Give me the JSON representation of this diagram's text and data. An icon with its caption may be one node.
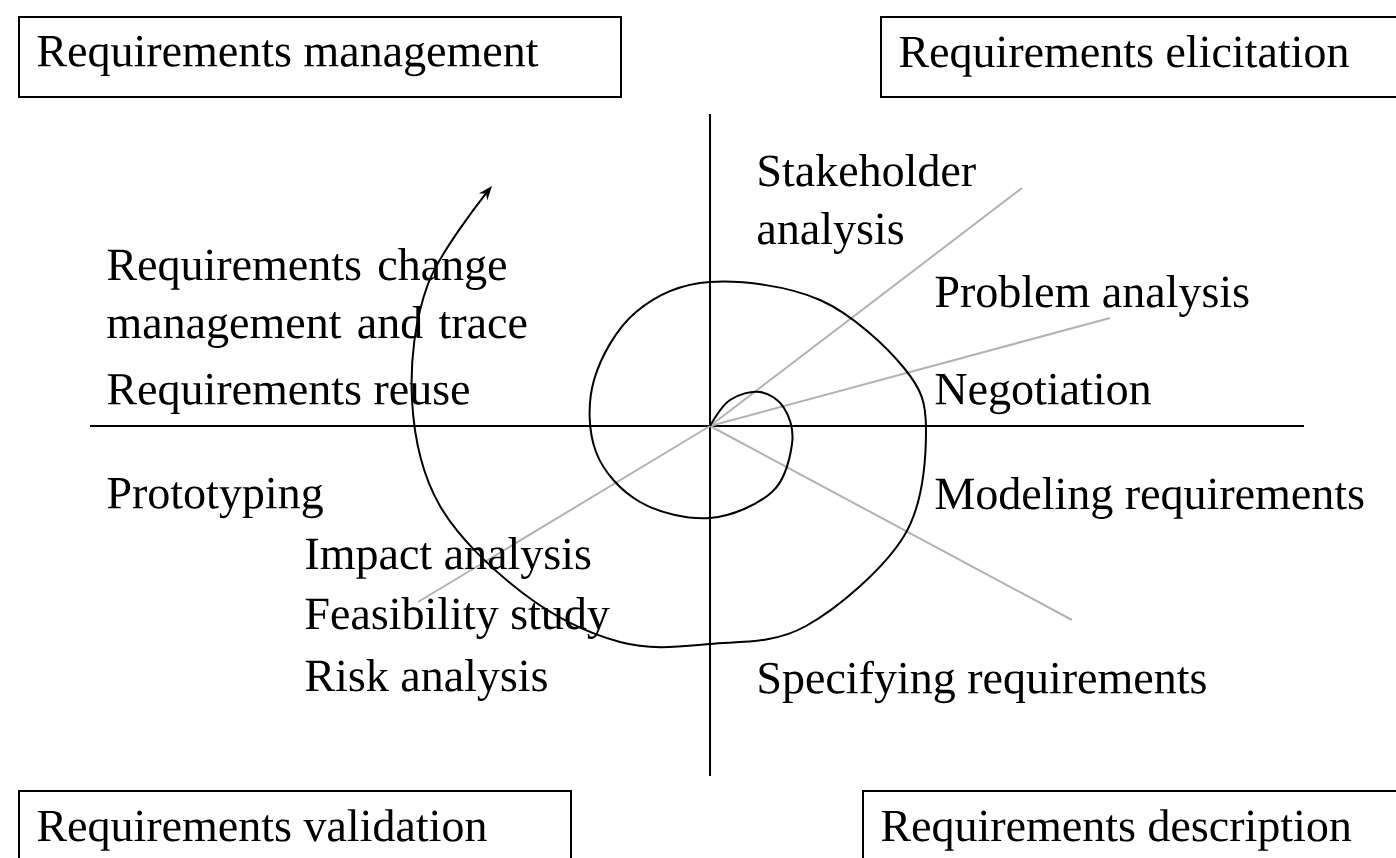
{
  "diagram": {
    "nodes": [
      {
        "text": [
          "Requirements management"
        ]
      },
      {
        "text": [
          "Requirements elicitation"
        ]
      },
      {
        "text": [
          "Requirements validation"
        ]
      },
      {
        "text": [
          "Requirements description"
        ]
      }
    ],
    "edges": [],
    "labels": [
      "Stakeholder analysis",
      "Requirements change management and trace",
      "Problem analysis",
      "Requirements reuse",
      "Negotiation",
      "Prototyping",
      "Modeling requirements",
      "Impact analysis",
      "Feasibility study",
      "Risk analysis",
      "Specifying requirements"
    ]
  }
}
